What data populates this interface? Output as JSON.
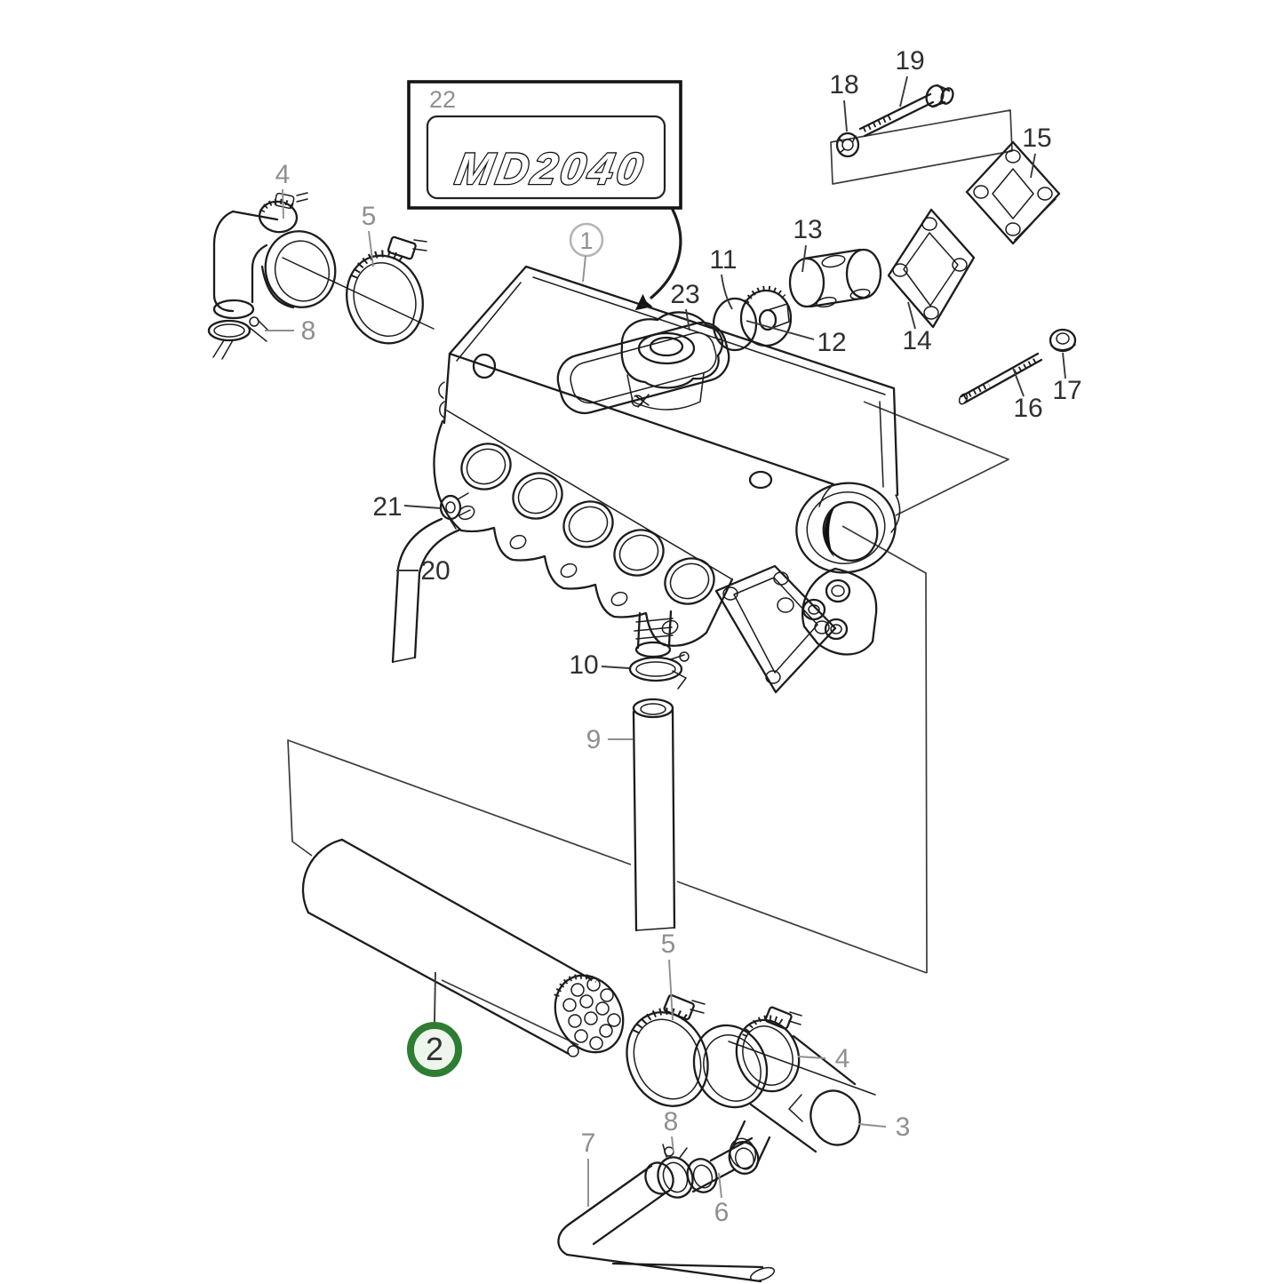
{
  "badge": {
    "model": "MD2040"
  },
  "callouts": {
    "p1": "1",
    "p2": "2",
    "p3": "3",
    "p4a": "4",
    "p4b": "4",
    "p5a": "5",
    "p5b": "5",
    "p6": "6",
    "p7": "7",
    "p8a": "8",
    "p8b": "8",
    "p9": "9",
    "p10": "10",
    "p11": "11",
    "p12": "12",
    "p13": "13",
    "p14": "14",
    "p15": "15",
    "p16": "16",
    "p17": "17",
    "p18": "18",
    "p19": "19",
    "p20": "20",
    "p21": "21",
    "p22": "22",
    "p23": "23"
  },
  "colors": {
    "highlight_ring": "#2e7d32",
    "highlight_fill": "#eef5ec",
    "label_gray": "#8f8f8f",
    "label_dark": "#303030",
    "line": "#1c1c1c",
    "ref_gray": "#b5b5b5"
  }
}
